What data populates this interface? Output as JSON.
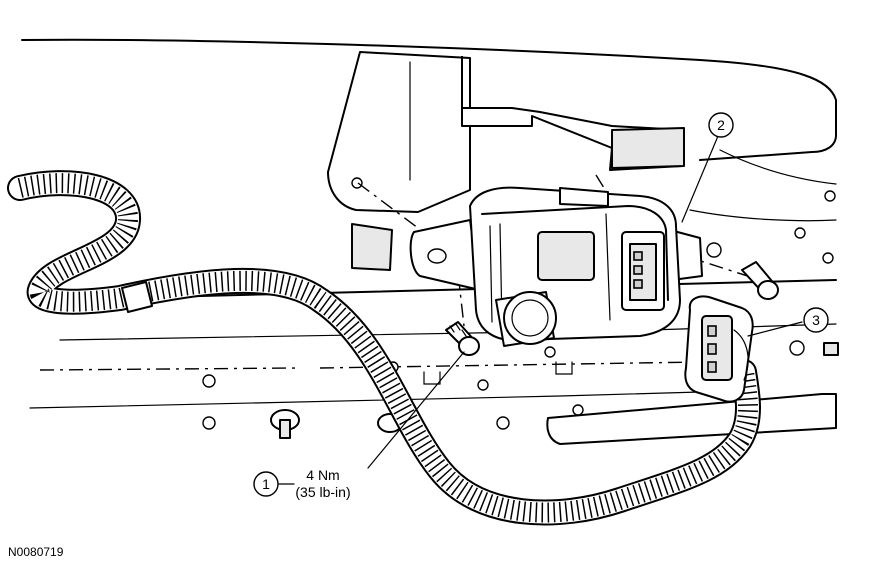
{
  "callouts": [
    {
      "number": "1"
    },
    {
      "number": "2"
    },
    {
      "number": "3"
    }
  ],
  "torque_spec": {
    "metric": "4 Nm",
    "imperial": "(35 lb-in)"
  },
  "figure_id": "N0080719"
}
